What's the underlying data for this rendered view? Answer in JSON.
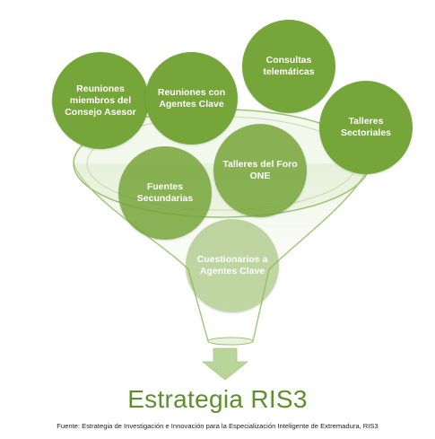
{
  "colors": {
    "accent_dark": "#76a53a",
    "accent_light": "#b6d192",
    "funnel_line": "#9cc273",
    "arrow": "#b8d59a",
    "title": "#5e8f2f"
  },
  "nodes": {
    "reuniones_consejo": "Reuniones miembros del Consejo Asesor",
    "reuniones_agentes": "Reuniones con Agentes Clave",
    "consultas": "Consultas telemáticas",
    "talleres_sectoriales": "Talleres Sectoriales",
    "talleres_foro": "Talleres del Foro ONE",
    "fuentes": "Fuentes Secundarias",
    "cuestionarios": "Cuestionarios a Agentes Clave"
  },
  "title": "Estrategia RIS3",
  "source": "Fuente: Estrategia de Investigación e Innovación para la Especialización Inteligente de Extremadura, RIS3",
  "icons": {
    "down_arrow": "down-arrow-icon"
  }
}
